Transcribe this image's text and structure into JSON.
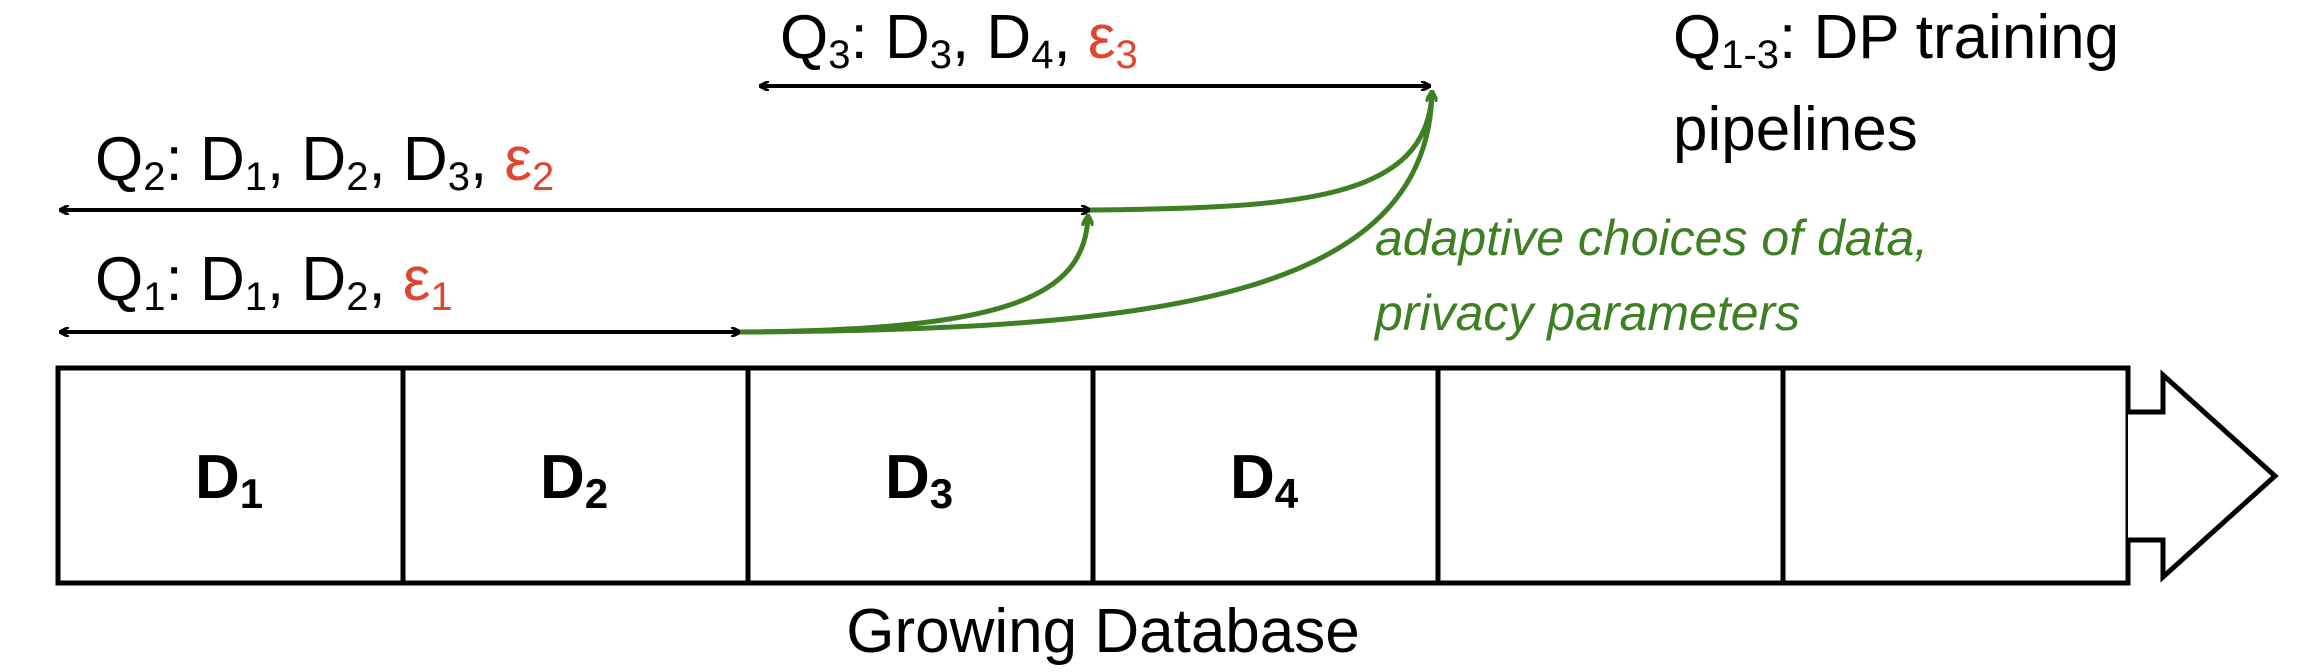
{
  "queries": [
    {
      "id": "Q",
      "sub": "3",
      "label": ": D",
      "items": [
        {
          "text": "D",
          "sub": "3"
        },
        {
          "text": "D",
          "sub": "4"
        }
      ],
      "eps_sub": "3"
    },
    {
      "id": "Q",
      "sub": "2",
      "items": [
        {
          "text": "D",
          "sub": "1"
        },
        {
          "text": "D",
          "sub": "2"
        },
        {
          "text": "D",
          "sub": "3"
        }
      ],
      "eps_sub": "2"
    },
    {
      "id": "Q",
      "sub": "1",
      "items": [
        {
          "text": "D",
          "sub": "1"
        },
        {
          "text": "D",
          "sub": "2"
        }
      ],
      "eps_sub": "1"
    }
  ],
  "epsilon_symbol": "ε",
  "legend": {
    "line1_main": "Q",
    "line1_sub": "1-3",
    "line1_rest": ": DP training",
    "line2": "pipelines"
  },
  "adaptive": {
    "line1": "adaptive choices of data,",
    "line2": "privacy parameters"
  },
  "cells": [
    {
      "text": "D",
      "sub": "1"
    },
    {
      "text": "D",
      "sub": "2"
    },
    {
      "text": "D",
      "sub": "3"
    },
    {
      "text": "D",
      "sub": "4"
    },
    {
      "text": "",
      "sub": ""
    },
    {
      "text": "",
      "sub": ""
    }
  ],
  "caption": "Growing Database",
  "colors": {
    "epsilon": "#e0452f",
    "adaptive": "#3f7f23",
    "line": "#000000"
  }
}
